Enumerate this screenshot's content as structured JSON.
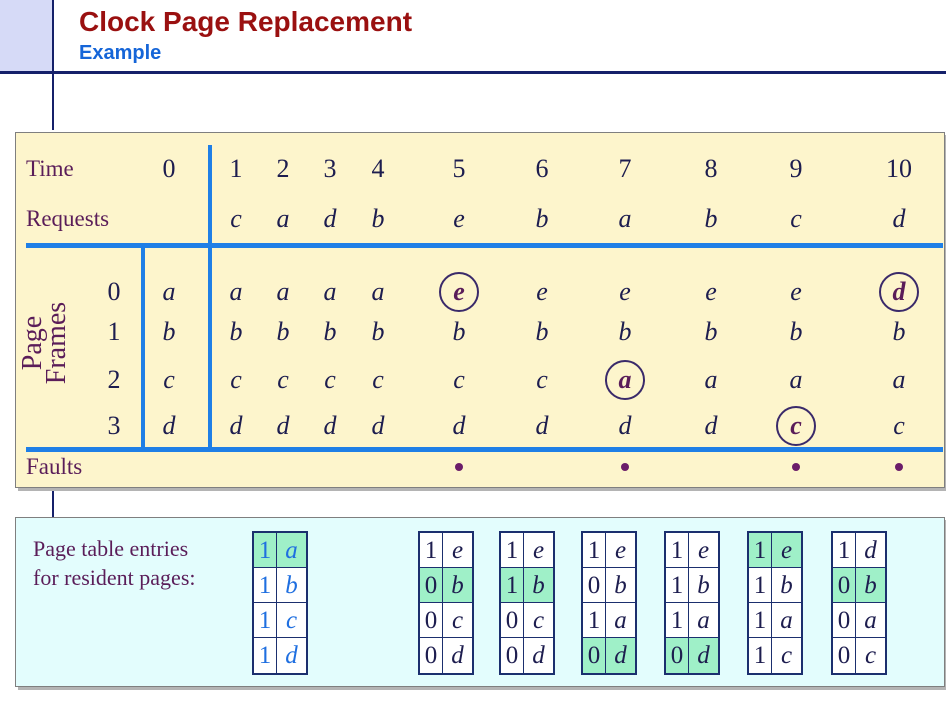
{
  "header": {
    "title": "Clock Page Replacement",
    "subtitle": "Example"
  },
  "table": {
    "time_label": "Time",
    "requests_label": "Requests",
    "page_frames_label": [
      "Page",
      "Frames"
    ],
    "faults_label": "Faults",
    "times": [
      "0",
      "1",
      "2",
      "3",
      "4",
      "5",
      "6",
      "7",
      "8",
      "9",
      "10"
    ],
    "requests": [
      "",
      "c",
      "a",
      "d",
      "b",
      "e",
      "b",
      "a",
      "b",
      "c",
      "d"
    ],
    "frame_numbers": [
      "0",
      "1",
      "2",
      "3"
    ],
    "frames": [
      [
        "a",
        "a",
        "a",
        "a",
        "a",
        "e",
        "e",
        "e",
        "e",
        "e",
        "d"
      ],
      [
        "b",
        "b",
        "b",
        "b",
        "b",
        "b",
        "b",
        "b",
        "b",
        "b",
        "b"
      ],
      [
        "c",
        "c",
        "c",
        "c",
        "c",
        "c",
        "c",
        "a",
        "a",
        "a",
        "a"
      ],
      [
        "d",
        "d",
        "d",
        "d",
        "d",
        "d",
        "d",
        "d",
        "d",
        "c",
        "c"
      ]
    ],
    "replaced": [
      {
        "time": 5,
        "frame": 0
      },
      {
        "time": 7,
        "frame": 2
      },
      {
        "time": 9,
        "frame": 3
      },
      {
        "time": 10,
        "frame": 0
      }
    ],
    "fault_times": [
      5,
      7,
      9,
      10
    ]
  },
  "page_table": {
    "label": [
      "Page table entries",
      "for resident pages:"
    ],
    "entries": [
      {
        "rows": [
          [
            "1",
            "a"
          ],
          [
            "1",
            "b"
          ],
          [
            "1",
            "c"
          ],
          [
            "1",
            "d"
          ]
        ],
        "highlight": 0,
        "blue": true
      },
      {
        "rows": [
          [
            "1",
            "e"
          ],
          [
            "0",
            "b"
          ],
          [
            "0",
            "c"
          ],
          [
            "0",
            "d"
          ]
        ],
        "highlight": 1,
        "blue": false
      },
      {
        "rows": [
          [
            "1",
            "e"
          ],
          [
            "1",
            "b"
          ],
          [
            "0",
            "c"
          ],
          [
            "0",
            "d"
          ]
        ],
        "highlight": 1,
        "blue": false
      },
      {
        "rows": [
          [
            "1",
            "e"
          ],
          [
            "0",
            "b"
          ],
          [
            "1",
            "a"
          ],
          [
            "0",
            "d"
          ]
        ],
        "highlight": 3,
        "blue": false
      },
      {
        "rows": [
          [
            "1",
            "e"
          ],
          [
            "1",
            "b"
          ],
          [
            "1",
            "a"
          ],
          [
            "0",
            "d"
          ]
        ],
        "highlight": 3,
        "blue": false
      },
      {
        "rows": [
          [
            "1",
            "e"
          ],
          [
            "1",
            "b"
          ],
          [
            "1",
            "a"
          ],
          [
            "1",
            "c"
          ]
        ],
        "highlight": 0,
        "blue": false
      },
      {
        "rows": [
          [
            "1",
            "d"
          ],
          [
            "0",
            "b"
          ],
          [
            "0",
            "a"
          ],
          [
            "0",
            "c"
          ]
        ],
        "highlight": 1,
        "blue": false
      }
    ]
  }
}
